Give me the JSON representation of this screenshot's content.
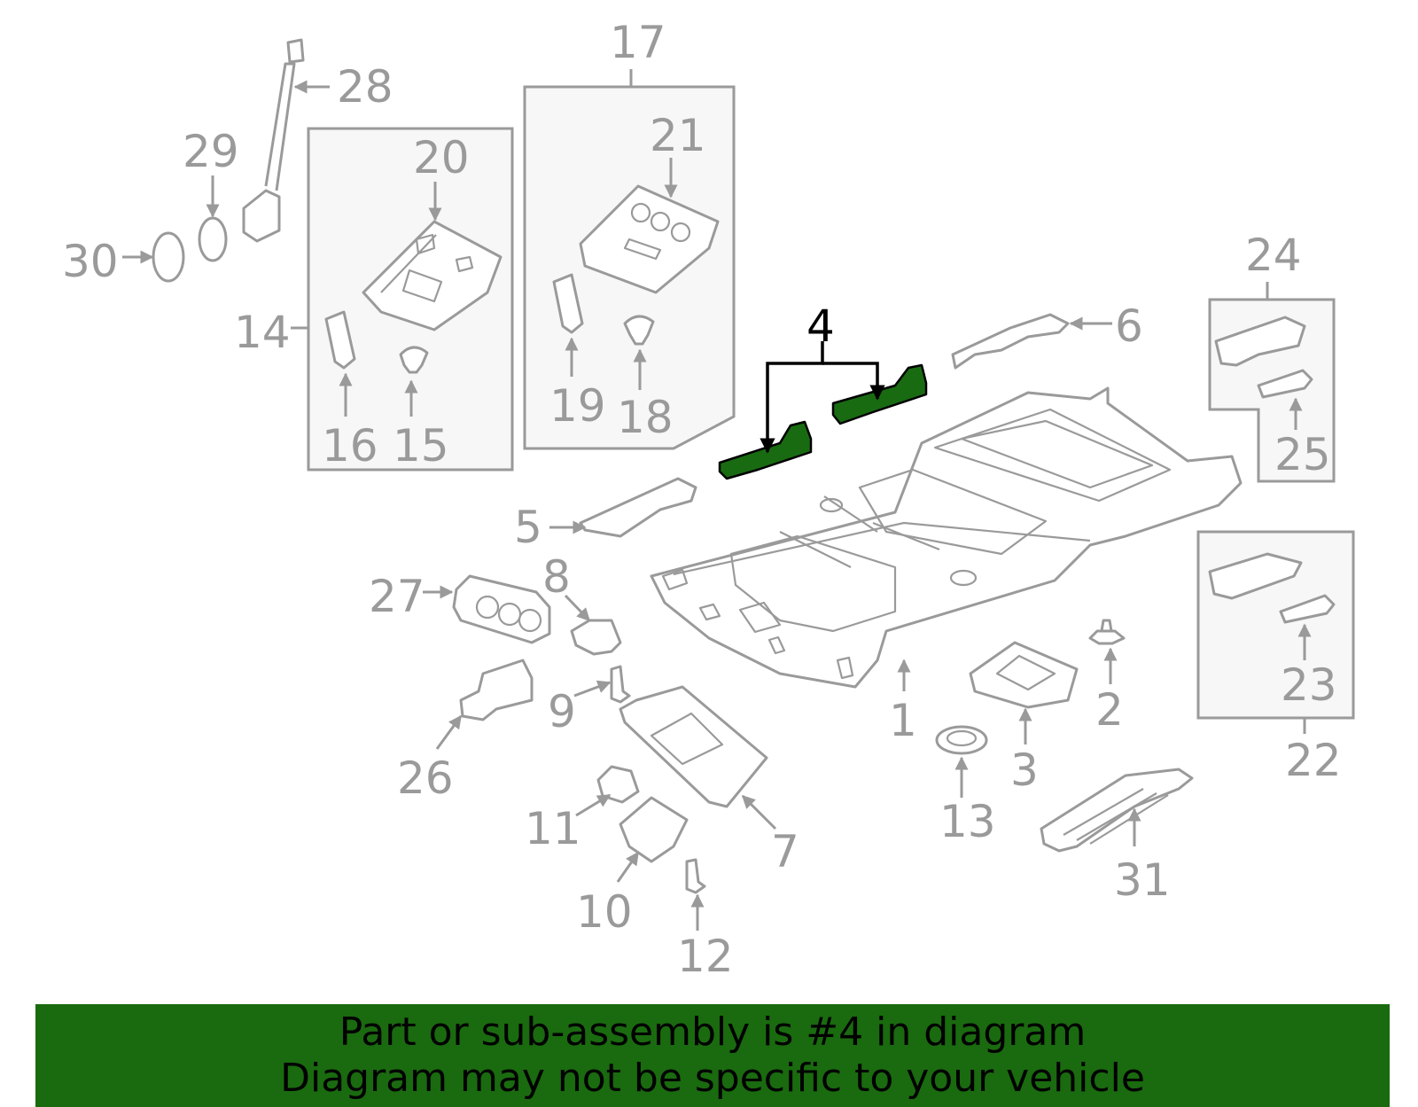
{
  "diagram": {
    "highlighted_part": "4",
    "highlight_color": "#196b12",
    "line_color": "#9a9a9a",
    "callouts": [
      "1",
      "2",
      "3",
      "4",
      "5",
      "6",
      "7",
      "8",
      "9",
      "10",
      "11",
      "12",
      "13",
      "14",
      "15",
      "16",
      "17",
      "18",
      "19",
      "20",
      "21",
      "22",
      "23",
      "24",
      "25",
      "26",
      "27",
      "28",
      "29",
      "30",
      "31"
    ]
  },
  "banner": {
    "line1": "Part or sub-assembly is #4 in diagram",
    "line2": "Diagram may not be specific to your vehicle",
    "background": "#1a6a0f"
  }
}
